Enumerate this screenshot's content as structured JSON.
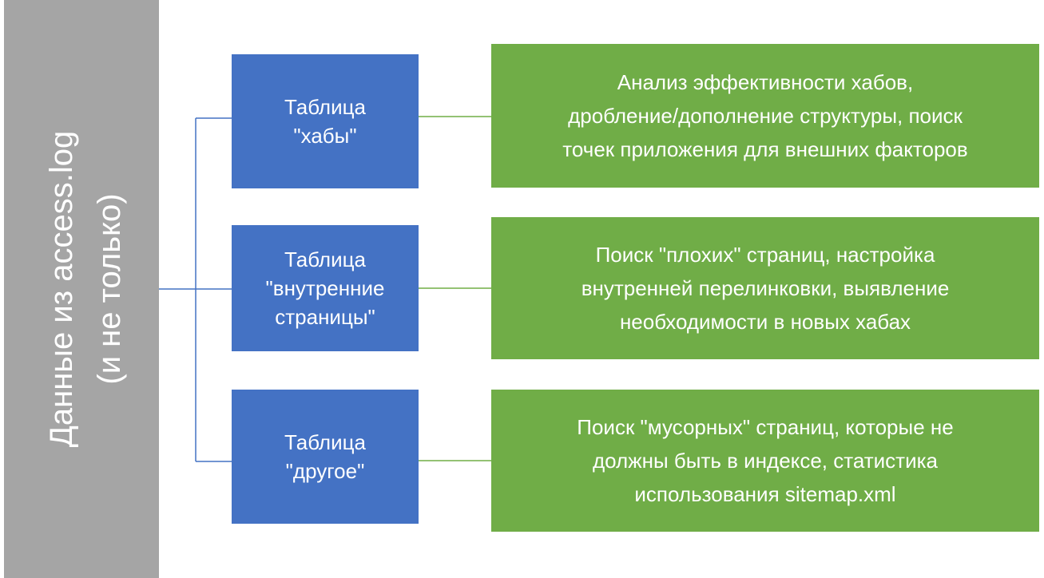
{
  "source": {
    "line1": "Данные из access.log",
    "line2": "(и не только)"
  },
  "tables": [
    {
      "label": "Таблица\n\"хабы\""
    },
    {
      "label": "Таблица\n\"внутренние\nстраницы\""
    },
    {
      "label": "Таблица\n\"другое\""
    }
  ],
  "results": [
    {
      "text": "Анализ эффективности хабов,\nдробление/дополнение структуры, поиск\nточек приложения для внешних факторов"
    },
    {
      "text": "Поиск \"плохих\" страниц, настройка\nвнутренней перелинковки, выявление\nнеобходимости  в новых хабах"
    },
    {
      "text": "Поиск \"мусорных\" страниц, которые не\nдолжны быть в индексе, статистика\nиспользования sitemap.xml"
    }
  ],
  "colors": {
    "source_fill": "#a5a5a5",
    "table_fill": "#4472c4",
    "result_fill": "#70ad47",
    "table_connector": "#4472c4",
    "result_connector": "#70ad47"
  }
}
